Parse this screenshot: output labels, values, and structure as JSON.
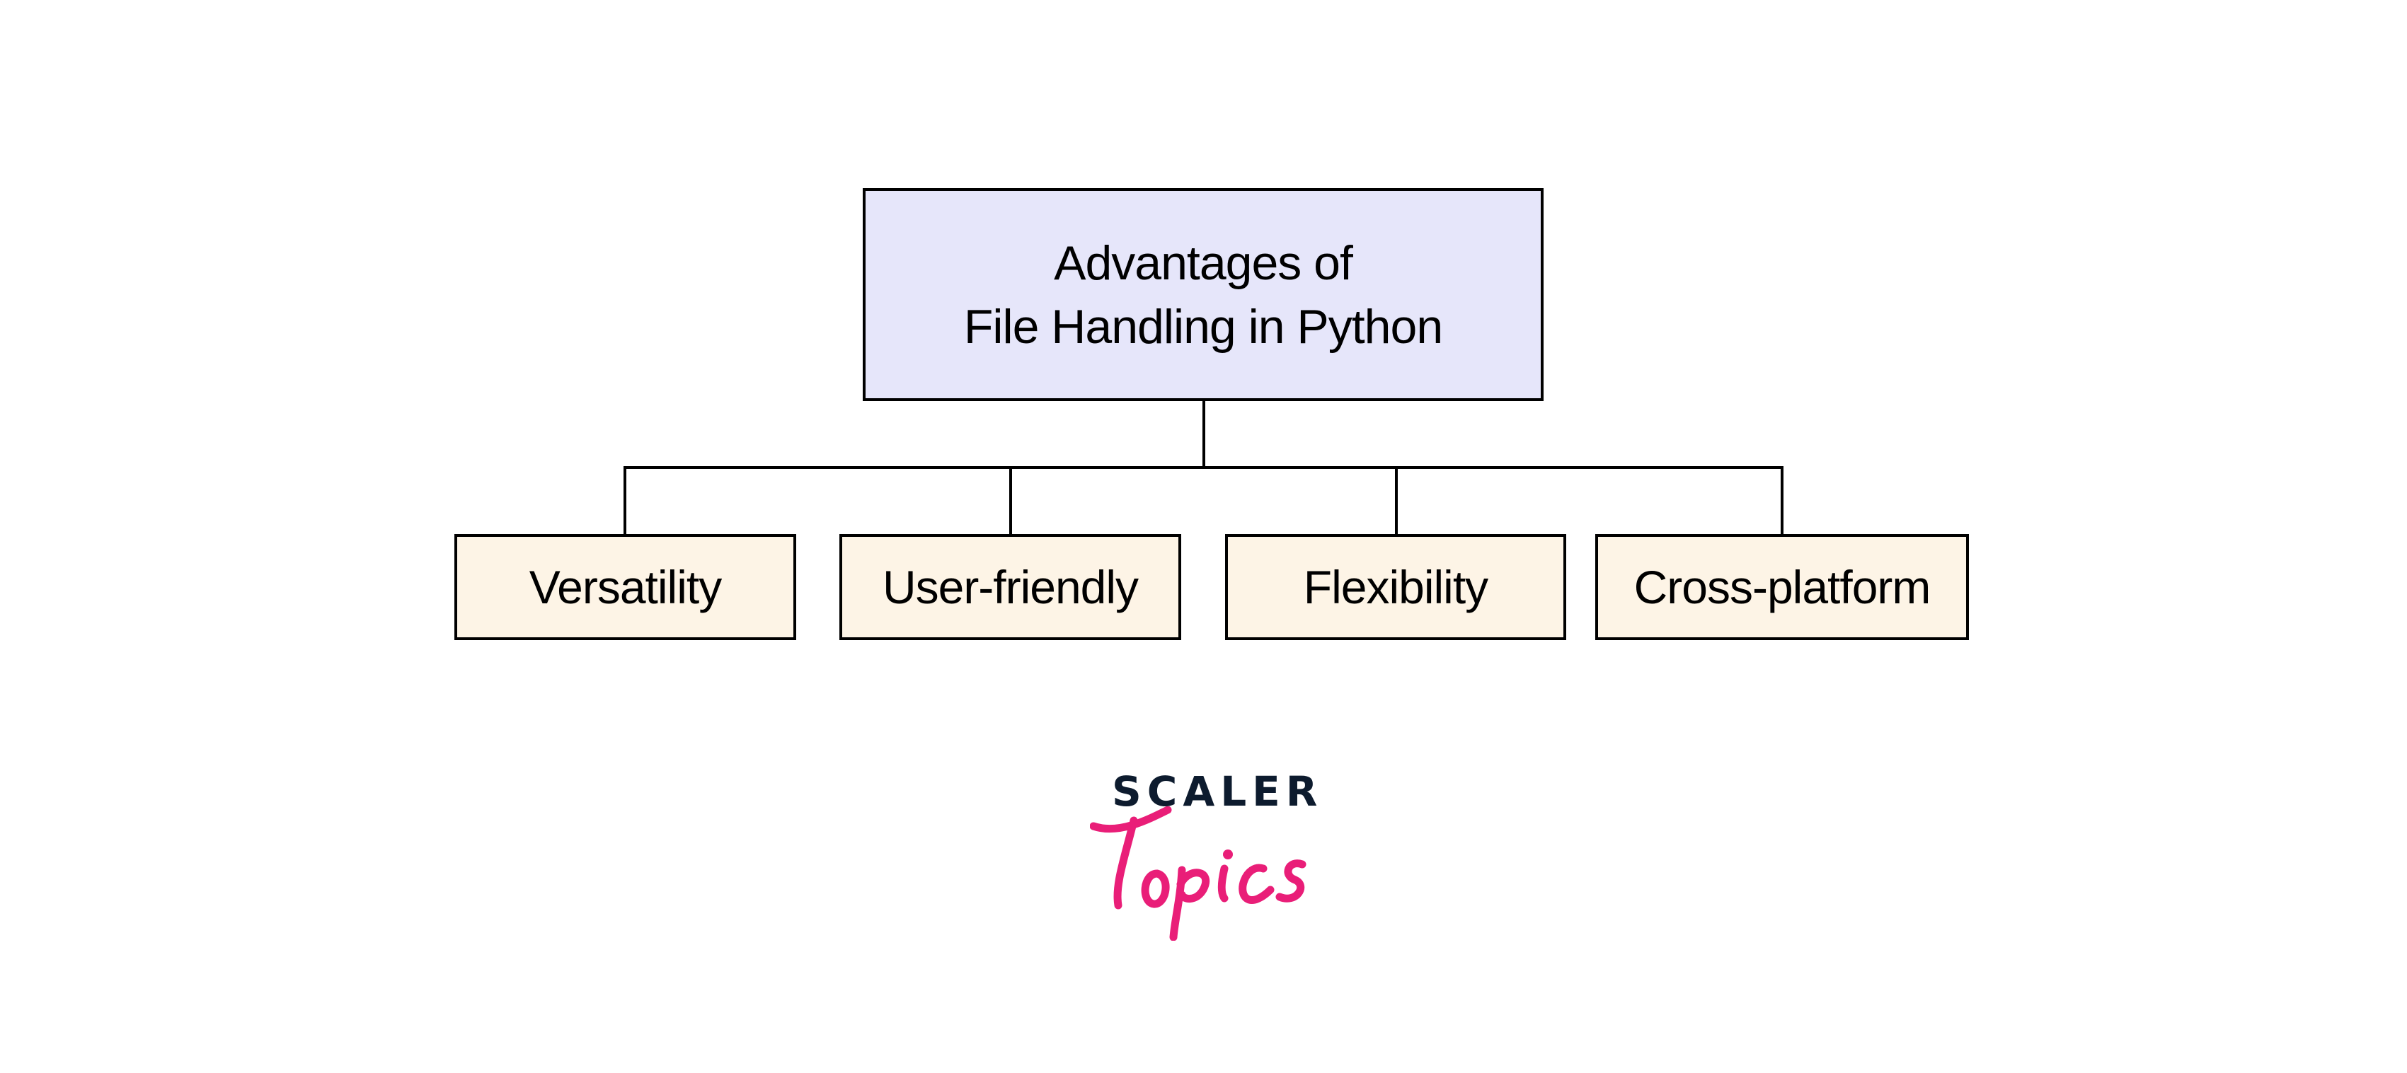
{
  "diagram": {
    "root": {
      "line1": "Advantages of",
      "line2": "File Handling in Python",
      "fill": "#E6E6FA"
    },
    "children": [
      {
        "label": "Versatility"
      },
      {
        "label": "User-friendly"
      },
      {
        "label": "Flexibility"
      },
      {
        "label": "Cross-platform"
      }
    ],
    "child_fill": "#FDF4E6"
  },
  "logo": {
    "brand": "SCALER",
    "sub": "Topics",
    "brand_color": "#0D1B2E",
    "sub_color": "#E91E78"
  }
}
